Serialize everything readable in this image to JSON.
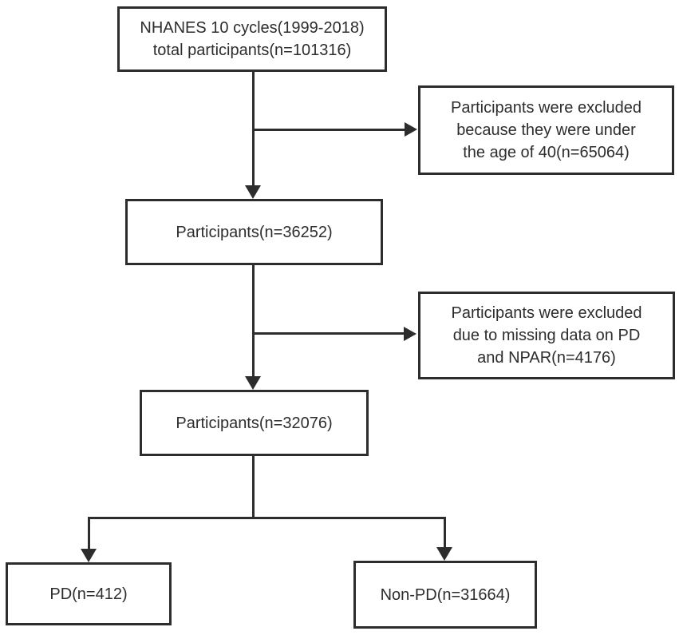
{
  "diagram": {
    "type": "flowchart",
    "title": "NHANES participant selection flowchart",
    "background_color": "#ffffff",
    "line_color": "#2d2d2d",
    "nodes": {
      "total": {
        "lines": [
          "NHANES 10 cycles(1999-2018)",
          "total participants(n=101316)"
        ],
        "n": 101316
      },
      "excluded_age": {
        "lines": [
          "Participants were excluded",
          "because they were under",
          "the age of 40(n=65064)"
        ],
        "n": 65064
      },
      "participants_36252": {
        "label": "Participants(n=36252)",
        "n": 36252
      },
      "excluded_missing": {
        "lines": [
          "Participants were excluded",
          "due to missing data on PD",
          "and NPAR(n=4176)"
        ],
        "n": 4176
      },
      "participants_32076": {
        "label": "Participants(n=32076)",
        "n": 32076
      },
      "pd": {
        "label": "PD(n=412)",
        "n": 412
      },
      "non_pd": {
        "label": "Non-PD(n=31664)",
        "n": 31664
      }
    },
    "edges": [
      {
        "from": "total",
        "to": "participants_36252",
        "style": "arrow-down"
      },
      {
        "from": "total",
        "to": "excluded_age",
        "style": "arrow-right-branch"
      },
      {
        "from": "participants_36252",
        "to": "participants_32076",
        "style": "arrow-down"
      },
      {
        "from": "participants_36252",
        "to": "excluded_missing",
        "style": "arrow-right-branch"
      },
      {
        "from": "participants_32076",
        "to": "pd",
        "style": "arrow-down-branch"
      },
      {
        "from": "participants_32076",
        "to": "non_pd",
        "style": "arrow-down-branch"
      }
    ]
  }
}
